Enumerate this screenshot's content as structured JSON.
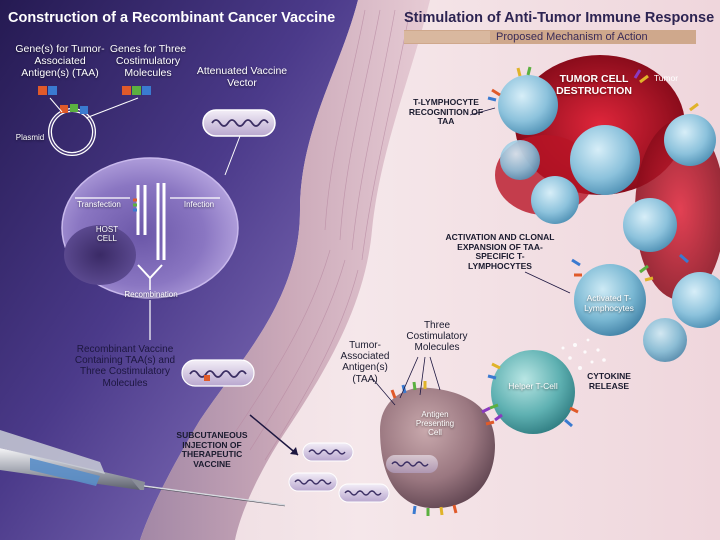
{
  "titles": {
    "left": "Construction of a Recombinant Cancer Vaccine",
    "right": "Stimulation of Anti-Tumor Immune Response",
    "badge": "Proposed Mechanism of Action"
  },
  "labels": {
    "genes_taa": "Gene(s) for Tumor-Associated Antigen(s) (TAA)",
    "genes_three": "Genes for Three Costimulatory Molecules",
    "attenuated": "Attenuated Vaccine Vector",
    "plasmid": "Plasmid",
    "transfection": "Transfection",
    "infection": "Infection",
    "host_cell": "HOST CELL",
    "recombination": "Recombination",
    "recombinant_vaccine": "Recombinant Vaccine Containing TAA(s) and Three Costimulatory Molecules",
    "subcutaneous": "SUBCUTANEOUS INJECTION OF THERAPEUTIC VACCINE",
    "tumor_cell_destruction": "TUMOR CELL DESTRUCTION",
    "tumor": "Tumor",
    "t_lymph_recognition": "T-LYMPHOCYTE RECOGNITION OF TAA",
    "activation": "ACTIVATION AND CLONAL EXPANSION OF TAA-SPECIFIC T-LYMPHOCYTES",
    "activated": "Activated T-Lymphocytes",
    "three_costim": "Three Costimulatory Molecules",
    "tumor_assoc": "Tumor-Associated Antigen(s) (TAA)",
    "cytokine": "CYTOKINE RELEASE",
    "helper": "Helper T-Cell",
    "apc": "Antigen Presenting Cell"
  },
  "colors": {
    "background_left": "#2e2160",
    "background_right": "#f1dde2",
    "host_cell": "#8d78c7",
    "tumor_cell": "#8fc6de",
    "tumor_red": "#c3152a",
    "helper_cell": "#62b4b6",
    "apc": "#9b7a80"
  },
  "icons": [
    "plasmid-icon",
    "syringe-icon",
    "vaccine-vector-icon"
  ]
}
